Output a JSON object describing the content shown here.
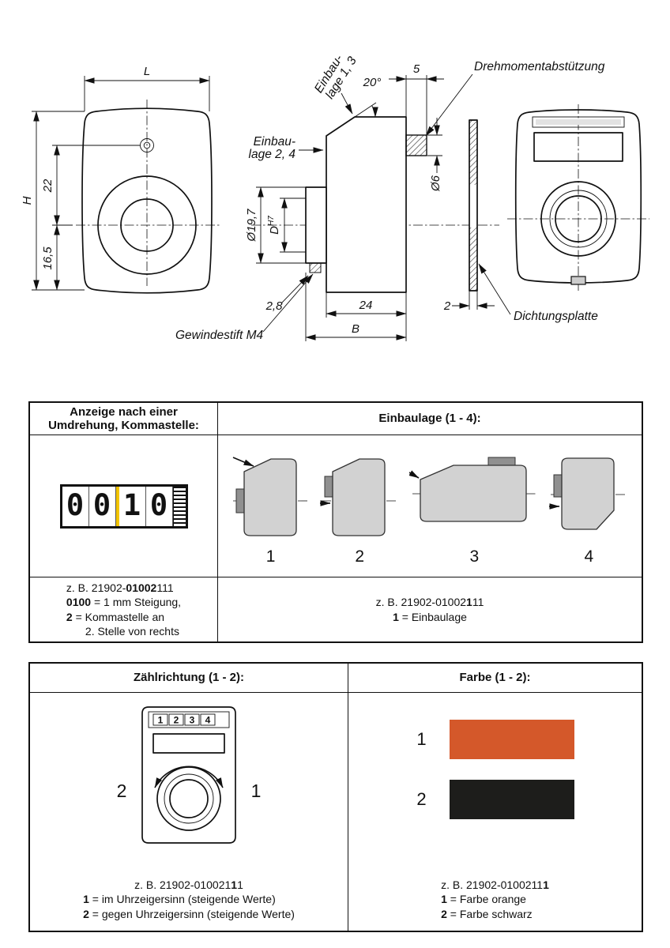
{
  "colors": {
    "line": "#111111",
    "comma_yellow": "#f2c400",
    "orange": "#d4582a",
    "black_swatch": "#1d1d1b"
  },
  "drawing": {
    "front_left": {
      "dim_l": "L",
      "dim_h": "H",
      "dim_22": "22",
      "dim_165": "16,5"
    },
    "side": {
      "einbaulage13_l1": "Einbau-",
      "einbaulage13_l2": "lage 1, 3",
      "angle": "20°",
      "dim_5": "5",
      "drehmoment": "Drehmomentabstützung",
      "einbaulage24_l1": "Einbau-",
      "einbaulage24_l2": "lage 2, 4",
      "dia6": "Ø6",
      "dia197": "Ø19,7",
      "d": "D",
      "h7": "H7",
      "dim_28": "2,8",
      "dim_24": "24",
      "dim_b": "B",
      "gewindestift": "Gewindestift M4"
    },
    "seal": {
      "dim_2": "2",
      "label": "Dichtungsplatte"
    }
  },
  "table1": {
    "header_left_l1": "Anzeige nach einer",
    "header_left_l2": "Umdrehung, Kommastelle:",
    "header_right": "Einbaulage (1 - 4):",
    "counter_digits": [
      "0",
      "0",
      "1",
      "0"
    ],
    "positions": [
      "1",
      "2",
      "3",
      "4"
    ],
    "footer_left": {
      "code_prefix": "z. B. 21902-",
      "code_bold": "01002",
      "code_suffix": "111",
      "l2_bold": "0100",
      "l2_rest": " = 1 mm Steigung,",
      "l3_bold": "2",
      "l3_rest": " = Kommastelle an",
      "l4": "2. Stelle von rechts"
    },
    "footer_right": {
      "code_prefix": "z. B. 21902-01002",
      "code_bold": "1",
      "code_suffix": "11",
      "l2_bold": "1",
      "l2_rest": " = Einbaulage"
    }
  },
  "table2": {
    "header_left": "Zählrichtung (1 - 2):",
    "header_right": "Farbe (1 - 2):",
    "dial": {
      "digits": [
        "1",
        "2",
        "3",
        "4"
      ],
      "label_ccw": "2",
      "label_cw": "1"
    },
    "swatches": [
      {
        "num": "1",
        "color": "#d4582a",
        "name": "orange"
      },
      {
        "num": "2",
        "color": "#1d1d1b",
        "name": "schwarz"
      }
    ],
    "footer_left": {
      "code_prefix": "z. B. 21902-010021",
      "code_bold": "1",
      "code_suffix": "1",
      "l2_bold": "1",
      "l2_rest": " = im Uhrzeigersinn (steigende Werte)",
      "l3_bold": "2",
      "l3_rest": " = gegen Uhrzeigersinn (steigende Werte)"
    },
    "footer_right": {
      "code_prefix": "z. B. 21902-0100211",
      "code_bold": "1",
      "code_suffix": "",
      "l2_bold": "1",
      "l2_rest": " = Farbe orange",
      "l3_bold": "2",
      "l3_rest": " = Farbe schwarz"
    }
  }
}
